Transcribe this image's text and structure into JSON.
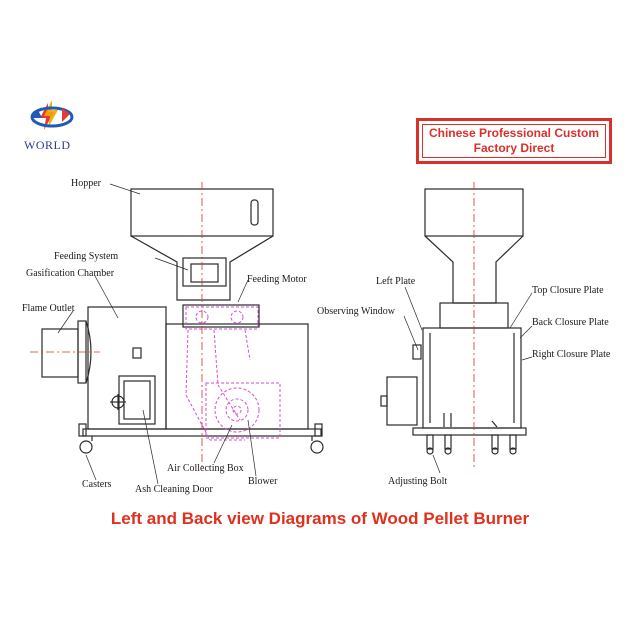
{
  "logo": {
    "text": "WORLD",
    "colors": [
      "#e53935",
      "#1e5bb8",
      "#f2a900"
    ]
  },
  "stamp": {
    "line1": "Chinese Professional Custom",
    "line2": "Factory Direct",
    "color": "#d9302a"
  },
  "caption": {
    "text": "Left and Back view Diagrams of Wood Pellet Burner",
    "color": "#e0301e"
  },
  "labels": {
    "hopper": "Hopper",
    "feeding_system": "Feeding System",
    "gasification_chamber": "Gasification Chamber",
    "flame_outlet": "Flame Outlet",
    "feeding_motor": "Feeding Motor",
    "air_collecting_box": "Air Collecting Box",
    "blower": "Blower",
    "ash_cleaning_door": "Ash Cleaning Door",
    "casters": "Casters",
    "left_plate": "Left Plate",
    "observing_window": "Observing Window",
    "top_closure_plate": "Top Closure Plate",
    "back_closure_plate": "Back Closure Plate",
    "right_closure_plate": "Right Closure Plate",
    "adjusting_bolt": "Adjusting Bolt"
  },
  "colors": {
    "line": "#2a2a2a",
    "hidden": "#d64fd0",
    "center": "#e0301e"
  }
}
